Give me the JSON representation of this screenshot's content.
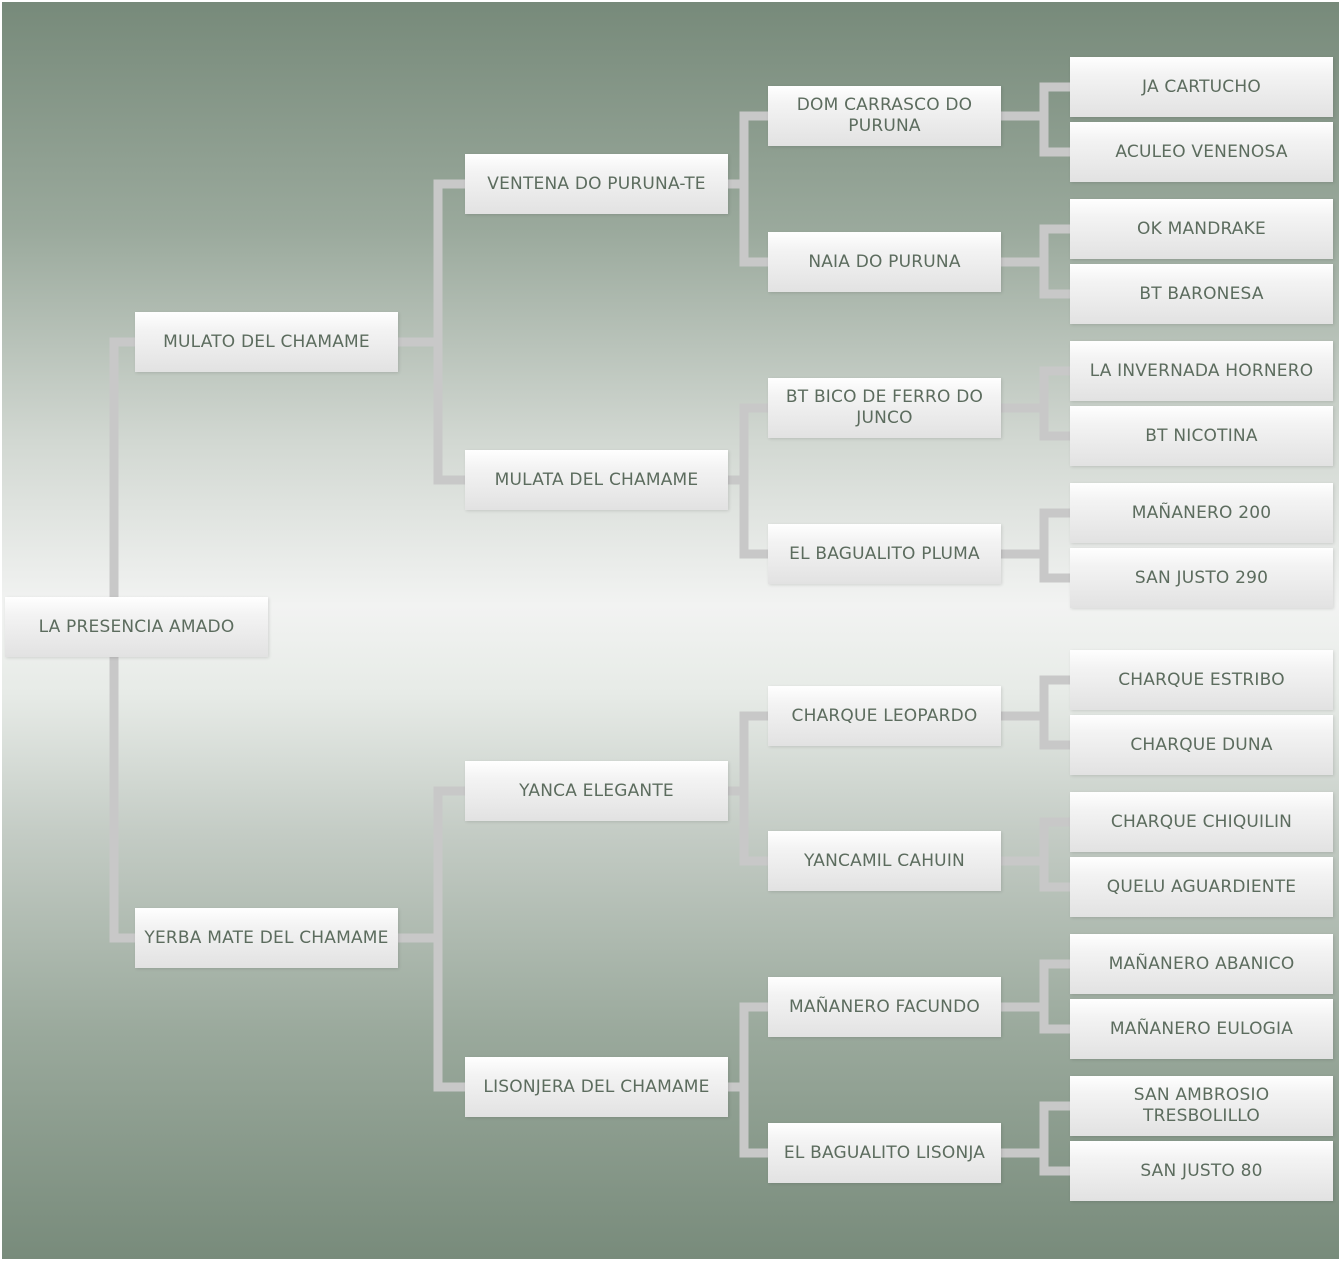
{
  "pedigree": {
    "subject": "LA PRESENCIA AMADO",
    "sire": "MULATO DEL CHAMAME",
    "dam": "YERBA MATE DEL CHAMAME",
    "sire_sire": "VENTENA DO PURUNA-TE",
    "sire_dam": "MULATA DEL CHAMAME",
    "dam_sire": "YANCA ELEGANTE",
    "dam_dam": "LISONJERA DEL CHAMAME",
    "gen3": [
      "DOM CARRASCO DO PURUNA",
      "NAIA DO PURUNA",
      "BT BICO DE FERRO DO JUNCO",
      "EL BAGUALITO PLUMA",
      "CHARQUE LEOPARDO",
      "YANCAMIL CAHUIN",
      "MAÑANERO FACUNDO",
      "EL BAGUALITO LISONJA"
    ],
    "gen4": [
      "JA CARTUCHO",
      "ACULEO VENENOSA",
      "OK MANDRAKE",
      "BT BARONESA",
      "LA INVERNADA HORNERO",
      "BT NICOTINA",
      "MAÑANERO 200",
      "SAN JUSTO 290",
      "CHARQUE ESTRIBO",
      "CHARQUE DUNA",
      "CHARQUE CHIQUILIN",
      "QUELU AGUARDIENTE",
      "MAÑANERO ABANICO",
      "MAÑANERO EULOGIA",
      "SAN AMBROSIO TRESBOLILLO",
      "SAN JUSTO 80"
    ]
  },
  "colors": {
    "node_text": "#5c6c5e",
    "connector": "#c8c8c8"
  }
}
